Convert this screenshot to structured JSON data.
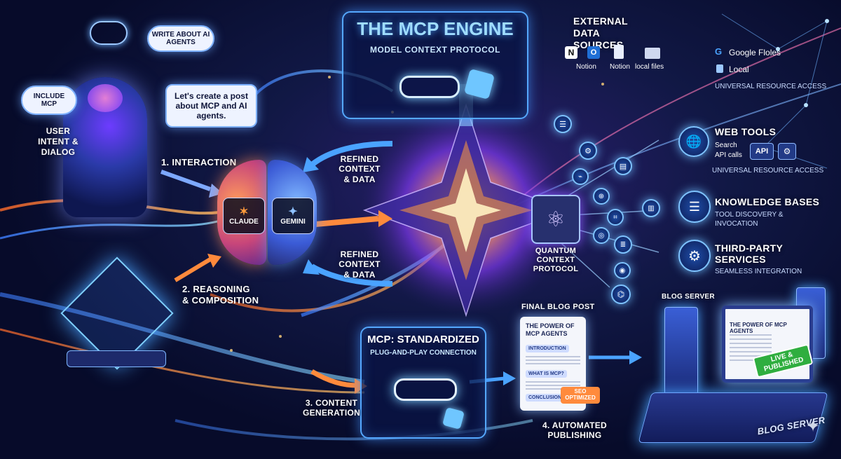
{
  "user": {
    "thought1": "WRITE ABOUT AI AGENTS",
    "thought2": "INCLUDE MCP",
    "label": "USER INTENT & DIALOG",
    "chat": "Let's create a post about MCP and AI agents."
  },
  "steps": {
    "interaction": "1. INTERACTION",
    "reasoning": "2. REASONING & COMPOSITION",
    "content": "3. CONTENT GENERATION",
    "publishing": "4. AUTOMATED PUBLISHING"
  },
  "brain": {
    "left": "CLAUDE",
    "right": "GEMINI"
  },
  "flow": {
    "refined_top": "REFINED CONTEXT & DATA",
    "refined_bottom": "REFINED CONTEXT & DATA"
  },
  "engine": {
    "title": "THE MCP ENGINE",
    "subtitle": "MODEL CONTEXT PROTOCOL"
  },
  "quantum": "QUANTUM CONTEXT PROTOCOL",
  "connector": {
    "title": "MCP: STANDARDIZED",
    "subtitle": "PLUG-AND-PLAY CONNECTION"
  },
  "external": {
    "title": "EXTERNAL DATA SOURCES",
    "sources": [
      "Notion",
      "Notion",
      "local files"
    ],
    "google": "Google Floles",
    "local": "Local",
    "caption": "UNIVERSAL RESOURCE ACCESS"
  },
  "web_tools": {
    "title": "WEB TOOLS",
    "search": "Search",
    "api_calls": "API calls",
    "api": "API",
    "caption": "UNIVERSAL RESOURCE ACCESS"
  },
  "knowledge": {
    "title": "KNOWLEDGE BASES",
    "caption": "TOOL DISCOVERY & INVOCATION"
  },
  "third_party": {
    "title": "THIRD-PARTY SERVICES",
    "caption": "SEAMLESS INTEGRATION"
  },
  "blog_post": {
    "header": "FINAL BLOG POST",
    "title": "THE POWER OF MCP AGENTS",
    "sections": [
      "INTRODUCTION",
      "WHAT IS MCP?",
      "CONCLUSION"
    ],
    "badge": "SEO OPTIMIZED"
  },
  "server": {
    "label_top": "BLOG SERVER",
    "screen_title": "THE POWER OF MCP AGENTS",
    "badge": "LIVE & PUBLISHED",
    "base_label": "BLOG SERVER"
  },
  "colors": {
    "accent_blue": "#4aa3ff",
    "accent_orange": "#ff9a3c",
    "bg": "#070b2a"
  }
}
